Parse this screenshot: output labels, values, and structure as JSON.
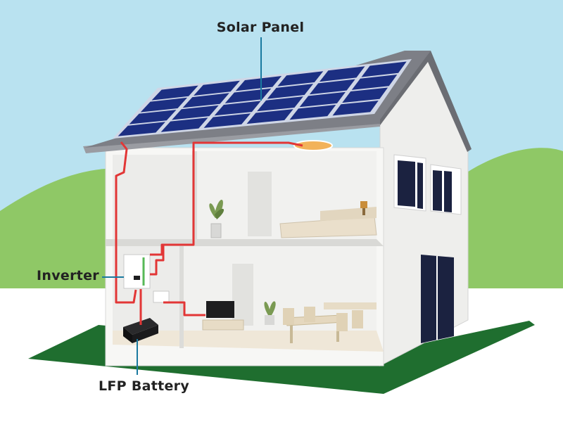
{
  "labels": {
    "solar_panel": "Solar Panel",
    "inverter": "Inverter",
    "battery": "LFP Battery"
  },
  "colors": {
    "sky": "#b9e2f0",
    "hills": "#8fc866",
    "grass": "#1f6e2f",
    "wall": "#f5f5f3",
    "roof": "#7d7f86",
    "solar_cell": "#1c2f82",
    "wiring": "#e23636",
    "callout_line": "#1a7aa0",
    "label_text": "#222222"
  },
  "icons": {
    "solar_panel": "solar-panel-icon",
    "inverter": "inverter-icon",
    "battery": "battery-icon",
    "lamp": "ceiling-lamp-icon",
    "tv": "tv-icon",
    "plant": "plant-icon",
    "bed": "bed-icon",
    "table": "dining-table-icon"
  }
}
